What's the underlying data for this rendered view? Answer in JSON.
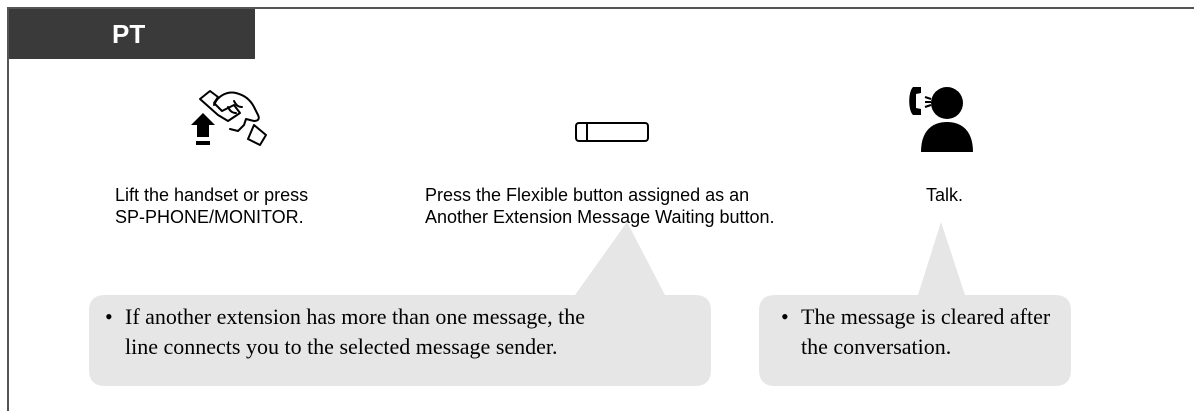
{
  "header": {
    "tab_label": "PT"
  },
  "steps": [
    {
      "icon": "lift-handset-icon",
      "label_line1": "Lift the handset or press",
      "label_line2": "SP-PHONE/MONITOR."
    },
    {
      "icon": "flexible-button-icon",
      "label_line1": "Press the Flexible button assigned as an",
      "label_line2": "Another Extension Message Waiting button."
    },
    {
      "icon": "talk-icon",
      "label_line1": "Talk."
    }
  ],
  "notes": [
    {
      "bullet": "•",
      "line1": "If another extension has more than one message, the",
      "line2": "line connects you to the selected message sender."
    },
    {
      "bullet": "•",
      "line1": "The message is cleared after",
      "line2": "the conversation."
    }
  ],
  "colors": {
    "tab_bg": "#3a3a3a",
    "callout_bg": "#e6e6e6",
    "frame": "#555555"
  }
}
